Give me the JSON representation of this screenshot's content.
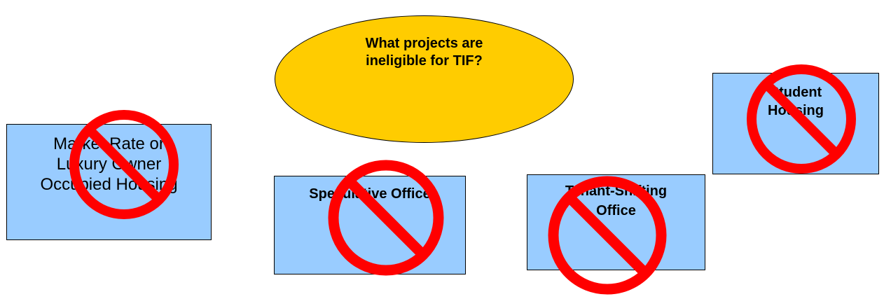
{
  "question": {
    "text": "What projects are ineligible for TIF?"
  },
  "boxes": {
    "market_rate": {
      "text": "Market Rate or Luxury Owner Occupied Housing"
    },
    "speculative_office": {
      "text": "Speculative Office"
    },
    "tenant_shifting_office": {
      "text": "Tenant-Shifting Office"
    },
    "student_housing": {
      "text": "Student Housing"
    }
  },
  "colors": {
    "box_fill": "#99ccff",
    "oval_fill": "#ffcc00",
    "no_sign": "#ff0000"
  },
  "icons": [
    "prohibition-sign-icon"
  ]
}
